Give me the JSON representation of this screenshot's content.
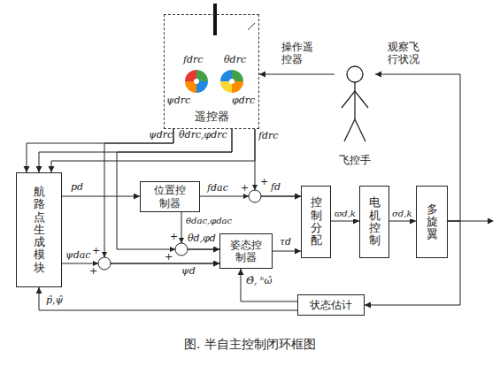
{
  "diagram": {
    "caption": "图. 半自主控制闭环框图",
    "nodes": [
      {
        "text": [
          "遥控器"
        ]
      },
      {
        "text": [
          "航路点生成模块"
        ]
      },
      {
        "text": [
          "位置控制器"
        ]
      },
      {
        "text": [
          "姿态控制器"
        ]
      },
      {
        "text": [
          "控制分配"
        ]
      },
      {
        "text": [
          "电机控制"
        ]
      },
      {
        "text": [
          "多旋翼"
        ]
      },
      {
        "text": [
          "状态估计"
        ]
      },
      {
        "text": [
          "飞控手"
        ]
      }
    ],
    "edges": [
      {
        "from": 8,
        "to": 0,
        "arrow": "to",
        "label": "操作遥控器"
      },
      {
        "from": 0,
        "to": 1,
        "arrow": "to"
      },
      {
        "from": 0,
        "to": 1,
        "arrow": "to"
      },
      {
        "from": 0,
        "to": 1,
        "arrow": "to"
      },
      {
        "from": 0,
        "to": 3,
        "arrow": "to"
      },
      {
        "from": 0,
        "to": 3,
        "arrow": "to"
      },
      {
        "from": 0,
        "to": 4,
        "arrow": "to"
      },
      {
        "from": 1,
        "to": 2,
        "arrow": "to",
        "label": "pd"
      },
      {
        "from": 2,
        "to": 4,
        "arrow": "to",
        "label": "fdac"
      },
      {
        "from": 2,
        "to": 3,
        "arrow": "to",
        "label": "θdac,φdac"
      },
      {
        "from": 1,
        "to": 3,
        "arrow": "to",
        "label": "ψdac"
      },
      {
        "from": 3,
        "to": 4,
        "arrow": "to",
        "label": "τd"
      },
      {
        "from": 4,
        "to": 5,
        "arrow": "to",
        "label": "ϖd,k"
      },
      {
        "from": 5,
        "to": 6,
        "arrow": "to",
        "label": "σd,k"
      },
      {
        "from": 6,
        "to": 8,
        "arrow": "to",
        "label": "观察飞行状况"
      },
      {
        "from": 6,
        "to": 7,
        "arrow": "to"
      },
      {
        "from": 7,
        "to": 3,
        "arrow": "to",
        "label": "Θ̂, ᵇω̂"
      },
      {
        "from": 7,
        "to": 1,
        "arrow": "to",
        "label": "p̂,ψ̂"
      }
    ],
    "labels": [
      "fdrc",
      "θdrc",
      "ψdrc",
      "φdrc",
      "ψdrc",
      "θdrc,φdrc",
      "fdrc",
      "+",
      "+",
      "fd",
      "+",
      "+",
      "θd,φd",
      "+",
      "+",
      "ψd"
    ]
  }
}
